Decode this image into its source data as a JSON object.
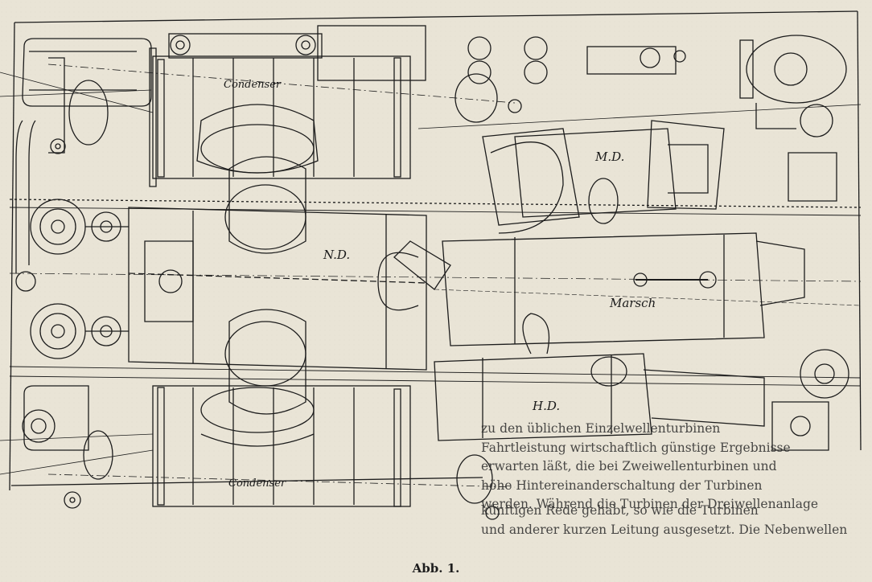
{
  "labels": {
    "condenser_top": "Condenser",
    "condenser_bottom": "Condenser",
    "nd": "N.D.",
    "md": "M.D.",
    "hd": "H.D.",
    "marsch": "Marsch"
  },
  "caption": "Abb. 1.",
  "prose_fragments": {
    "line1": "zu den üblichen Einzelwellenturbinen",
    "line2": "Fahrtleistung wirtschaftlich günstige Ergebnisse",
    "line3": "erwarten läßt, die bei Zweiwellenturbinen und",
    "line4": "höhe Hintereinanderschaltung der Turbinen",
    "line5": "werden. Während die Turbinen der Dreiwellenanlage",
    "line6": "künftigen Rede gehabt, so wie die Turbinen",
    "line7": "und anderer kurzen Leitung ausgesetzt. Die Nebenwellen"
  },
  "colors": {
    "paper": "#e9e4d6",
    "ink": "#1c1c1c"
  }
}
